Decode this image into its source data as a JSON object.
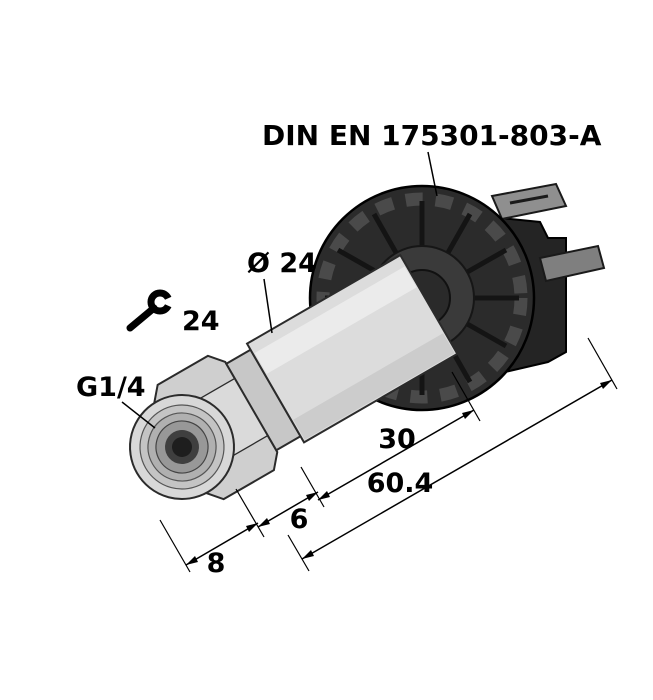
{
  "drawing": {
    "type": "technical-dimension-drawing",
    "subject": "pressure transmitter with DIN plug connector"
  },
  "labels": {
    "connector_standard": "DIN EN 175301-803-A",
    "body_diameter": "Ø 24",
    "wrench_size": "24",
    "thread": "G1/4"
  },
  "dimensions": {
    "body_length": "30",
    "overall_length": "60.4",
    "collar_length": "6",
    "hex_length": "8"
  },
  "icons": {
    "wrench": "open-end-wrench"
  },
  "colors": {
    "background": "#ffffff",
    "line": "#000000",
    "body_fill": "#dcdcdc",
    "hex_fill": "#cfcfcf",
    "collar_fill": "#c7c7c7",
    "connector_fill": "#2b2b2b",
    "connector_rib": "#4a4a4a",
    "tab_fill": "#8f8f8f"
  }
}
